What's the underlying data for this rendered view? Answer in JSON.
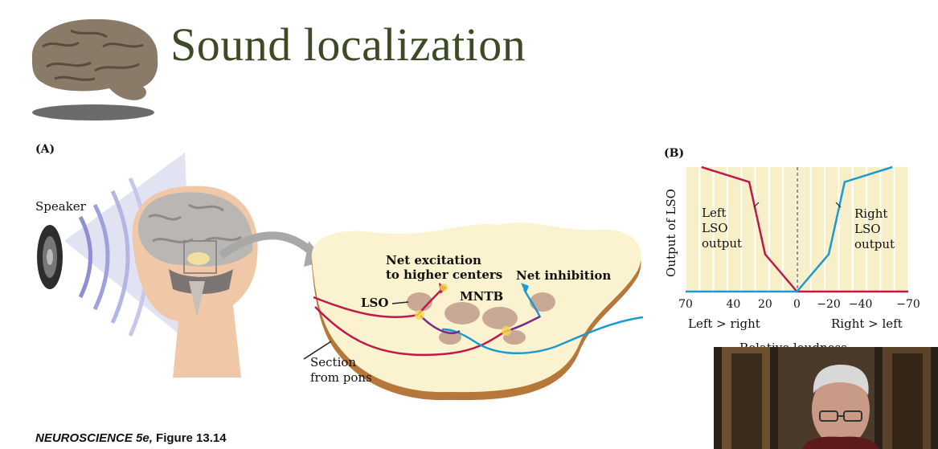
{
  "slide": {
    "title": "Sound localization",
    "caption_book": "NEUROSCIENCE 5e,",
    "caption_fig": "Figure 13.14"
  },
  "panel_a": {
    "label": "(A)",
    "speaker": "Speaker",
    "net_excitation": "Net excitation",
    "to_higher": "to higher centers",
    "net_inhibition": "Net inhibition",
    "lso": "LSO",
    "mntb": "MNTB",
    "section": "Section",
    "from_pons": "from pons"
  },
  "panel_b": {
    "label": "(B)",
    "ylabel": "Output of LSO",
    "left_line1": "Left",
    "left_line2": "LSO",
    "left_line3": "output",
    "right_line1": "Right",
    "right_line2": "LSO",
    "right_line3": "output",
    "left_gt_right": "Left > right",
    "right_gt_left": "Right > left",
    "xlabel": "Relative loudness"
  },
  "chart_data": {
    "type": "line",
    "xlabel": "Relative loudness",
    "ylabel": "Output of LSO",
    "x_ticks": [
      "70",
      "40",
      "20",
      "0",
      "−20",
      "−40",
      "−70"
    ],
    "series": [
      {
        "name": "Left LSO output",
        "color": "#c0184a",
        "x": [
          60,
          30,
          20,
          10,
          0,
          -20,
          -70
        ],
        "y": [
          1.0,
          0.88,
          0.3,
          0.15,
          0.0,
          0.0,
          0.0
        ]
      },
      {
        "name": "Right LSO output",
        "color": "#1a9ad0",
        "x": [
          70,
          20,
          0,
          -10,
          -20,
          -30,
          -60
        ],
        "y": [
          0.0,
          0.0,
          0.0,
          0.15,
          0.3,
          0.88,
          1.0
        ]
      }
    ],
    "grid": true
  },
  "colors": {
    "title": "#3d4a25",
    "red": "#c0184a",
    "blue": "#1a9ad0",
    "chart_bg": "#f7efc8"
  }
}
